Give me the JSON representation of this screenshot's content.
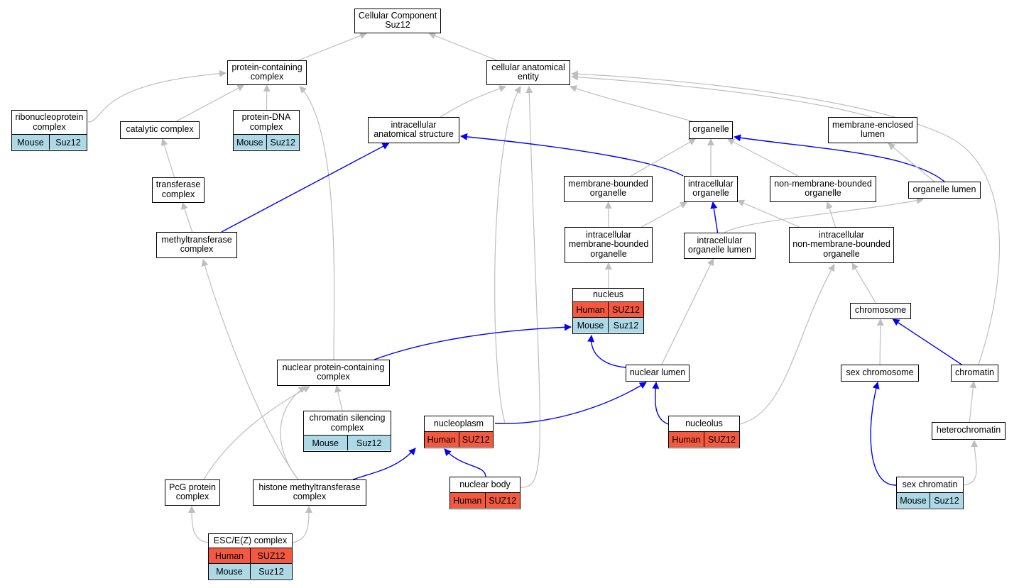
{
  "graph": {
    "nodes": [
      {
        "id": "cc",
        "label": "Cellular Component\nSuz12"
      },
      {
        "id": "pcc",
        "label": "protein-containing\ncomplex"
      },
      {
        "id": "cae",
        "label": "cellular anatomical\nentity"
      },
      {
        "id": "rnp",
        "label": "ribonucleoprotein\ncomplex",
        "rows": [
          {
            "species": "Mouse",
            "gene": "Suz12"
          }
        ]
      },
      {
        "id": "cat",
        "label": "catalytic complex"
      },
      {
        "id": "pdna",
        "label": "protein-DNA\ncomplex",
        "rows": [
          {
            "species": "Mouse",
            "gene": "Suz12"
          }
        ]
      },
      {
        "id": "ias",
        "label": "intracellular\nanatomical structure"
      },
      {
        "id": "org",
        "label": "organelle"
      },
      {
        "id": "mel",
        "label": "membrane-enclosed\nlumen"
      },
      {
        "id": "tc",
        "label": "transferase\ncomplex"
      },
      {
        "id": "mbo",
        "label": "membrane-bounded\norganelle"
      },
      {
        "id": "io",
        "label": "intracellular\norganelle"
      },
      {
        "id": "nmbo",
        "label": "non-membrane-bounded\norganelle"
      },
      {
        "id": "ol",
        "label": "organelle lumen"
      },
      {
        "id": "mtc",
        "label": "methyltransferase\ncomplex"
      },
      {
        "id": "imbo",
        "label": "intracellular\nmembrane-bounded\norganelle"
      },
      {
        "id": "iol",
        "label": "intracellular\norganelle lumen"
      },
      {
        "id": "inmbo",
        "label": "intracellular\nnon-membrane-bounded\norganelle"
      },
      {
        "id": "nuc",
        "label": "nucleus",
        "rows": [
          {
            "species": "Human",
            "gene": "SUZ12"
          },
          {
            "species": "Mouse",
            "gene": "Suz12"
          }
        ]
      },
      {
        "id": "chr",
        "label": "chromosome"
      },
      {
        "id": "npcc",
        "label": "nuclear protein-containing\ncomplex"
      },
      {
        "id": "nl",
        "label": "nuclear lumen"
      },
      {
        "id": "sexc",
        "label": "sex chromosome"
      },
      {
        "id": "chrm",
        "label": "chromatin"
      },
      {
        "id": "csc",
        "label": "chromatin silencing\ncomplex",
        "rows": [
          {
            "species": "Mouse",
            "gene": "Suz12"
          }
        ]
      },
      {
        "id": "np",
        "label": "nucleoplasm",
        "rows": [
          {
            "species": "Human",
            "gene": "SUZ12"
          }
        ]
      },
      {
        "id": "nucl",
        "label": "nucleolus",
        "rows": [
          {
            "species": "Human",
            "gene": "SUZ12"
          }
        ]
      },
      {
        "id": "het",
        "label": "heterochromatin"
      },
      {
        "id": "pcg",
        "label": "PcG protein\ncomplex"
      },
      {
        "id": "hmt",
        "label": "histone methyltransferase\ncomplex"
      },
      {
        "id": "nb",
        "label": "nuclear body",
        "rows": [
          {
            "species": "Human",
            "gene": "SUZ12"
          }
        ]
      },
      {
        "id": "sexch",
        "label": "sex chromatin",
        "rows": [
          {
            "species": "Mouse",
            "gene": "Suz12"
          }
        ]
      },
      {
        "id": "esc",
        "label": "ESC/E(Z) complex",
        "rows": [
          {
            "species": "Human",
            "gene": "SUZ12"
          },
          {
            "species": "Mouse",
            "gene": "Suz12"
          }
        ]
      }
    ],
    "edges": [
      {
        "from": "pcc",
        "to": "cc",
        "kind": "is_a"
      },
      {
        "from": "cae",
        "to": "cc",
        "kind": "is_a"
      },
      {
        "from": "rnp",
        "to": "pcc",
        "kind": "is_a"
      },
      {
        "from": "cat",
        "to": "pcc",
        "kind": "is_a"
      },
      {
        "from": "pdna",
        "to": "pcc",
        "kind": "is_a"
      },
      {
        "from": "npcc",
        "to": "pcc",
        "kind": "is_a"
      },
      {
        "from": "ias",
        "to": "cae",
        "kind": "is_a"
      },
      {
        "from": "np",
        "to": "cae",
        "kind": "is_a"
      },
      {
        "from": "nb",
        "to": "cae",
        "kind": "is_a"
      },
      {
        "from": "org",
        "to": "cae",
        "kind": "is_a"
      },
      {
        "from": "mel",
        "to": "cae",
        "kind": "is_a"
      },
      {
        "from": "chrm",
        "to": "cae",
        "kind": "is_a"
      },
      {
        "from": "tc",
        "to": "cat",
        "kind": "is_a"
      },
      {
        "from": "mtc",
        "to": "tc",
        "kind": "is_a"
      },
      {
        "from": "mtc",
        "to": "ias",
        "kind": "part_of"
      },
      {
        "from": "io",
        "to": "ias",
        "kind": "part_of"
      },
      {
        "from": "mbo",
        "to": "org",
        "kind": "is_a"
      },
      {
        "from": "io",
        "to": "org",
        "kind": "is_a"
      },
      {
        "from": "nmbo",
        "to": "org",
        "kind": "is_a"
      },
      {
        "from": "ol",
        "to": "org",
        "kind": "part_of"
      },
      {
        "from": "ol",
        "to": "mel",
        "kind": "is_a"
      },
      {
        "from": "imbo",
        "to": "mbo",
        "kind": "is_a"
      },
      {
        "from": "imbo",
        "to": "io",
        "kind": "is_a"
      },
      {
        "from": "iol",
        "to": "io",
        "kind": "part_of"
      },
      {
        "from": "inmbo",
        "to": "io",
        "kind": "is_a"
      },
      {
        "from": "inmbo",
        "to": "nmbo",
        "kind": "is_a"
      },
      {
        "from": "iol",
        "to": "ol",
        "kind": "is_a"
      },
      {
        "from": "nuc",
        "to": "imbo",
        "kind": "is_a"
      },
      {
        "from": "nl",
        "to": "iol",
        "kind": "is_a"
      },
      {
        "from": "nucl",
        "to": "inmbo",
        "kind": "is_a"
      },
      {
        "from": "chr",
        "to": "inmbo",
        "kind": "is_a"
      },
      {
        "from": "npcc",
        "to": "nuc",
        "kind": "part_of"
      },
      {
        "from": "nl",
        "to": "nuc",
        "kind": "part_of"
      },
      {
        "from": "sexc",
        "to": "chr",
        "kind": "is_a"
      },
      {
        "from": "chrm",
        "to": "chr",
        "kind": "part_of"
      },
      {
        "from": "np",
        "to": "nl",
        "kind": "part_of"
      },
      {
        "from": "nucl",
        "to": "nl",
        "kind": "part_of"
      },
      {
        "from": "csc",
        "to": "npcc",
        "kind": "is_a"
      },
      {
        "from": "pcg",
        "to": "npcc",
        "kind": "is_a"
      },
      {
        "from": "hmt",
        "to": "npcc",
        "kind": "is_a"
      },
      {
        "from": "hmt",
        "to": "mtc",
        "kind": "is_a"
      },
      {
        "from": "hmt",
        "to": "np",
        "kind": "part_of"
      },
      {
        "from": "nb",
        "to": "np",
        "kind": "part_of"
      },
      {
        "from": "sexch",
        "to": "sexc",
        "kind": "part_of"
      },
      {
        "from": "het",
        "to": "chrm",
        "kind": "is_a"
      },
      {
        "from": "sexch",
        "to": "het",
        "kind": "is_a"
      },
      {
        "from": "esc",
        "to": "pcg",
        "kind": "is_a"
      },
      {
        "from": "esc",
        "to": "hmt",
        "kind": "is_a"
      }
    ]
  },
  "colors": {
    "human": "#f4583f",
    "mouse": "#add8e6",
    "is_a": "#bebebe",
    "part_of": "#0000ff"
  }
}
